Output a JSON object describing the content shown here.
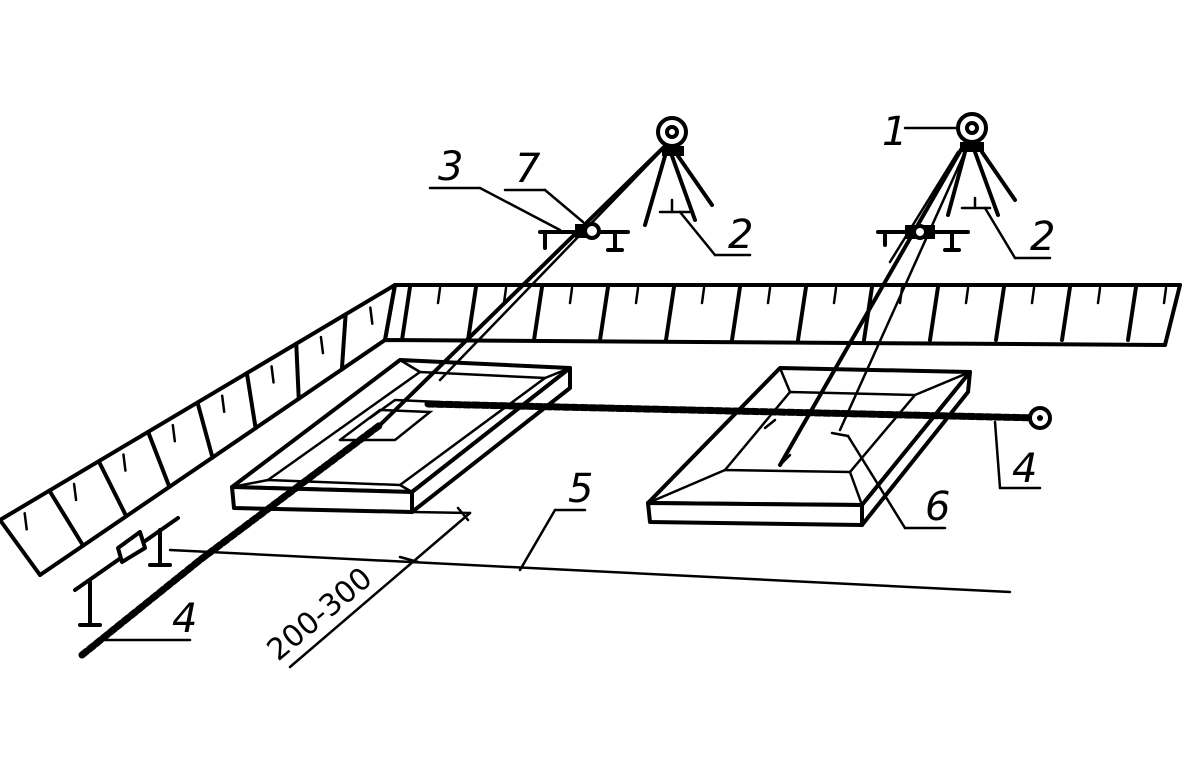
{
  "labels": {
    "l1": "1",
    "l2a": "2",
    "l2b": "2",
    "l3": "3",
    "l4a": "4",
    "l4b": "4",
    "l5": "5",
    "l6": "6",
    "l7": "7"
  },
  "dimension": "200-300",
  "colors": {
    "ink": "#000000",
    "paper": "#ffffff"
  }
}
